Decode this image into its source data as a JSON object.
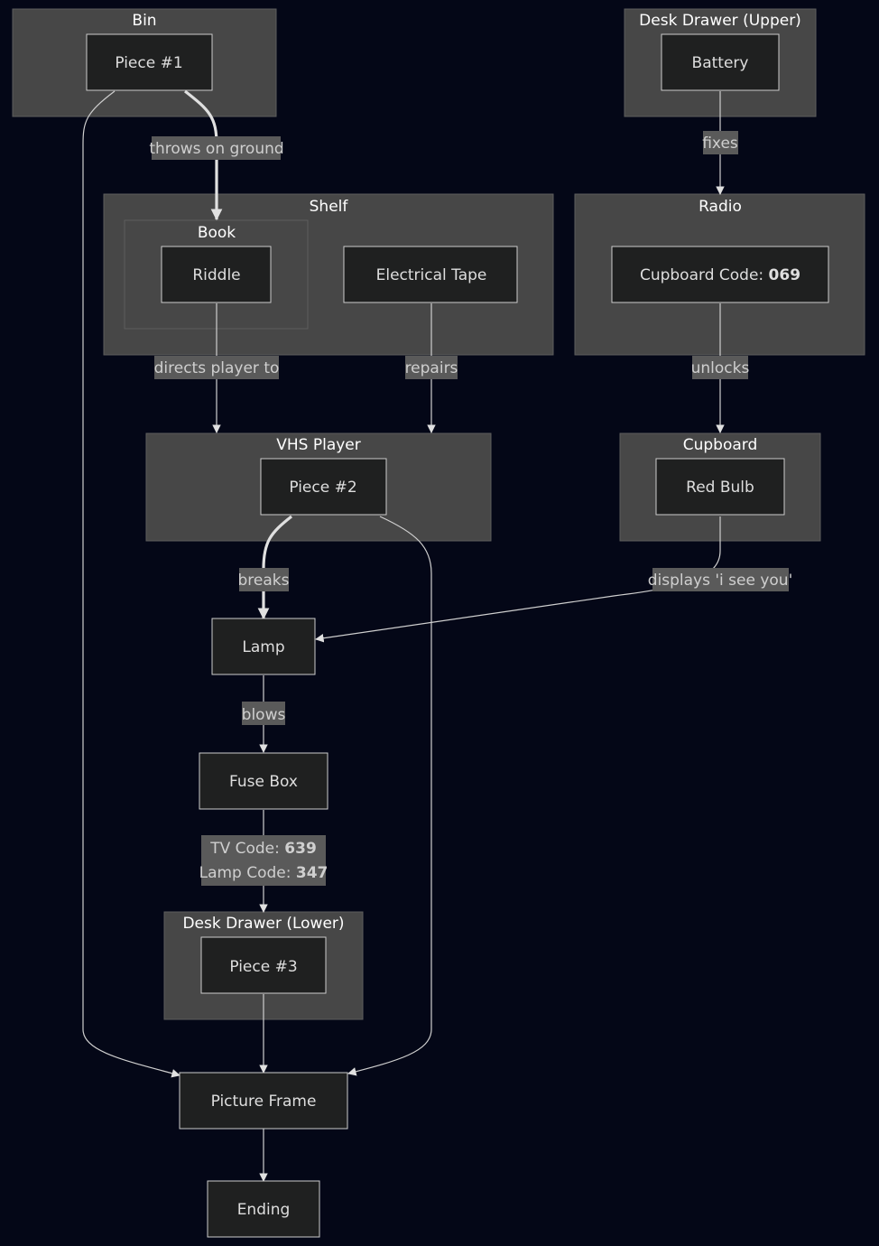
{
  "clusters": {
    "bin": "Bin",
    "desk_upper": "Desk Drawer (Upper)",
    "shelf": "Shelf",
    "book": "Book",
    "radio": "Radio",
    "vhs": "VHS Player",
    "cupboard": "Cupboard",
    "desk_lower": "Desk Drawer (Lower)"
  },
  "nodes": {
    "piece1": "Piece #1",
    "battery": "Battery",
    "riddle": "Riddle",
    "tape": "Electrical Tape",
    "cupboard_code_label": "Cupboard Code: ",
    "cupboard_code_value": "069",
    "piece2": "Piece #2",
    "red_bulb": "Red Bulb",
    "lamp": "Lamp",
    "fuse_box": "Fuse Box",
    "piece3": "Piece #3",
    "picture_frame": "Picture Frame",
    "ending": "Ending"
  },
  "edges": {
    "throws": "throws on ground",
    "fixes": "fixes",
    "directs": "directs player to",
    "repairs": "repairs",
    "unlocks": "unlocks",
    "breaks": "breaks",
    "displays": "displays 'i see you'",
    "blows": "blows",
    "tv_code_label": "TV Code: ",
    "tv_code_value": "639",
    "lamp_code_label": "Lamp Code: ",
    "lamp_code_value": "347"
  }
}
